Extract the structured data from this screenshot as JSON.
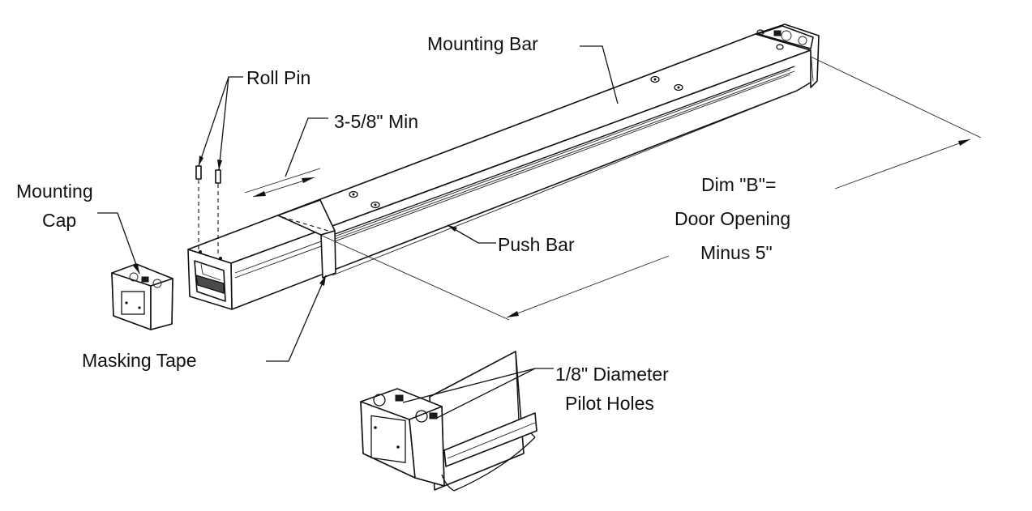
{
  "labels": {
    "mounting_bar": "Mounting Bar",
    "roll_pin": "Roll Pin",
    "min_dim": "3-5/8\" Min",
    "mounting_cap_line1": "Mounting",
    "mounting_cap_line2": "Cap",
    "push_bar": "Push Bar",
    "dim_b_line1": "Dim \"B\"=",
    "dim_b_line2": "Door Opening",
    "dim_b_line3": "Minus 5\"",
    "masking_tape": "Masking Tape",
    "pilot_holes_line1": "1/8\" Diameter",
    "pilot_holes_line2": "Pilot Holes"
  }
}
